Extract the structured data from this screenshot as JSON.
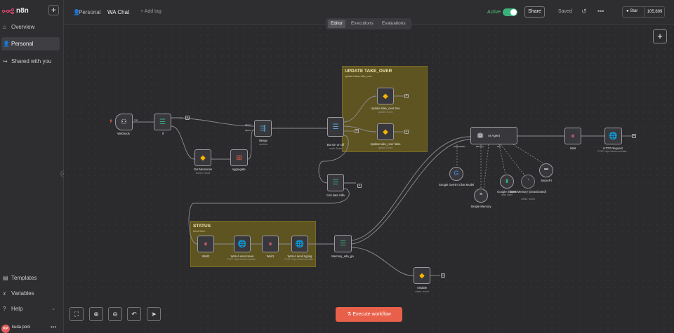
{
  "sidebar": {
    "logo_text": "n8n",
    "add_label": "+",
    "items": [
      {
        "label": "Overview",
        "icon": "home-icon"
      },
      {
        "label": "Personal",
        "icon": "user-icon",
        "active": true
      },
      {
        "label": "Shared with you",
        "icon": "share-icon"
      }
    ],
    "bottom_items": [
      {
        "label": "Templates",
        "icon": "templates-icon"
      },
      {
        "label": "Variables",
        "icon": "variables-icon"
      },
      {
        "label": "Help",
        "icon": "help-icon"
      }
    ],
    "user": {
      "initials": "KP",
      "name": "kuda poni"
    }
  },
  "topbar": {
    "owner": "Personal",
    "workflow_name": "WA Chat",
    "add_tag": "+ Add tag",
    "active_label": "Active",
    "share_label": "Share",
    "saved_label": "Saved",
    "github_star": "Star",
    "github_count": "105,699"
  },
  "canvas": {
    "tabs": [
      "Editor",
      "Executions",
      "Evaluations"
    ],
    "active_tab": "Editor",
    "execute_label": "Execute workflow",
    "stickies": [
      {
        "title": "UPDATE TAKE_OVER",
        "subtitle": "update bottom take_over"
      },
      {
        "title": "STATUS",
        "subtitle": "Send Seen"
      }
    ],
    "nodes": [
      {
        "label": "Webhook",
        "sub": ""
      },
      {
        "label": "If",
        "sub": ""
      },
      {
        "label": "Get Memories",
        "sub": "search: record"
      },
      {
        "label": "Aggregate",
        "sub": ""
      },
      {
        "label": "Merge",
        "sub": "combine"
      },
      {
        "label": "Bot On or Off",
        "sub": "mode: Rules"
      },
      {
        "label": "Update take_over true",
        "sub": "update: record"
      },
      {
        "label": "Update take_over false",
        "sub": "update: record"
      },
      {
        "label": "Cek kata Villa",
        "sub": ""
      },
      {
        "label": "Wait2",
        "sub": ""
      },
      {
        "label": "WAHA send seen",
        "sub": "POST: https://waha.zennitatn..."
      },
      {
        "label": "Wait1",
        "sub": ""
      },
      {
        "label": "WAHA send typing",
        "sub": "POST: https://waha.zennitatn..."
      },
      {
        "label": "Memory_ada_ga",
        "sub": ""
      },
      {
        "label": "AI Agent",
        "sub": ""
      },
      {
        "label": "Wait",
        "sub": ""
      },
      {
        "label": "HTTP Request",
        "sub": "POST: https://waha.zennitatn..."
      },
      {
        "label": "Google Gemini Chat Model",
        "sub": ""
      },
      {
        "label": "Simple Memory",
        "sub": ""
      },
      {
        "label": "Google Sheets",
        "sub": "read: sheet"
      },
      {
        "label": "Save Memory (Deactivated)",
        "sub": "create: record"
      },
      {
        "label": "SerpAPI",
        "sub": ""
      },
      {
        "label": "Airtable",
        "sub": "create: record"
      }
    ],
    "port_labels": {
      "if_true": "true",
      "merge_in1": "Input 1",
      "merge_in2": "Input 2",
      "chat_model": "Chat Model*",
      "memory": "Memory",
      "tool": "Tool"
    }
  },
  "colors": {
    "accent": "#e8604a",
    "active_green": "#3bb07a",
    "sticky": "#5e5421"
  }
}
